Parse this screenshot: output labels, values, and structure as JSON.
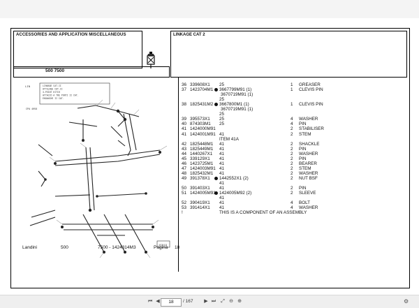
{
  "header": {
    "left_title": "ACCESSORIES AND APPLICATION MISCELLANEOUS",
    "model": "500 7500",
    "right_title": "LINKAGE CAT 2"
  },
  "drawing": {
    "caption_lines": [
      "LINKAGE CAT.II",
      "ATTELAGE CAT.II",
      "3-POINT HITCH",
      "ATTACCO A TRE PUNTI II CAT.",
      "ENGANCHE II CAT."
    ],
    "code_left": "LIN",
    "code_mid": "CPA 4056",
    "code_right": "15819"
  },
  "footer": {
    "brand": "Landini",
    "model": "500",
    "ref": "7500 - 1424314M3",
    "page_label": "Pagina",
    "page_no": "18"
  },
  "parts": [
    {
      "num": "36",
      "pn": "339608X1",
      "dot": false,
      "ref": "25",
      "qty": "1",
      "desc": "GREASER"
    },
    {
      "num": "37",
      "pn": "1423704M1",
      "dot": true,
      "ref": "3667799M91  (1)",
      "qty": "1",
      "desc": "CLEVIS PIN"
    },
    {
      "num": "",
      "pn": "",
      "dot": false,
      "ref": "3670719M91  (1)",
      "qty": "",
      "desc": ""
    },
    {
      "num": "",
      "pn": "",
      "dot": false,
      "ref": "25",
      "qty": "",
      "desc": ""
    },
    {
      "num": "38",
      "pn": "1825431M2",
      "dot": true,
      "ref": "3667800M1  (1)",
      "qty": "1",
      "desc": "CLEVIS PIN"
    },
    {
      "num": "",
      "pn": "",
      "dot": false,
      "ref": "3670719M91  (1)",
      "qty": "",
      "desc": ""
    },
    {
      "num": "",
      "pn": "",
      "dot": false,
      "ref": "25",
      "qty": "",
      "desc": ""
    },
    {
      "num": "39",
      "pn": "395573X1",
      "dot": false,
      "ref": "25",
      "qty": "4",
      "desc": "WASHER"
    },
    {
      "num": "40",
      "pn": "874303M1",
      "dot": false,
      "ref": "25",
      "qty": "4",
      "desc": "PIN"
    },
    {
      "num": "41",
      "pn": "1424000M91",
      "dot": false,
      "ref": "",
      "qty": "2",
      "desc": "STABILISER"
    },
    {
      "num": "41",
      "pn": "1424001M91",
      "dot": false,
      "ref": "41",
      "qty": "2",
      "desc": "STEM"
    },
    {
      "num": "",
      "pn": "",
      "dot": false,
      "ref": "ITEM 41A",
      "qty": "",
      "desc": ""
    },
    {
      "num": "42",
      "pn": "1825448M1",
      "dot": false,
      "ref": "41",
      "qty": "2",
      "desc": "SHACKLE"
    },
    {
      "num": "43",
      "pn": "1825449M1",
      "dot": false,
      "ref": "41",
      "qty": "2",
      "desc": "PIN"
    },
    {
      "num": "44",
      "pn": "1440267X1",
      "dot": false,
      "ref": "41",
      "qty": "2",
      "desc": "WASHER"
    },
    {
      "num": "45",
      "pn": "339129X1",
      "dot": false,
      "ref": "41",
      "qty": "2",
      "desc": "PIN"
    },
    {
      "num": "46",
      "pn": "1423725M1",
      "dot": false,
      "ref": "41",
      "qty": "2",
      "desc": "BEARER"
    },
    {
      "num": "47",
      "pn": "1424003M91",
      "dot": false,
      "ref": "41",
      "qty": "2",
      "desc": "STEM"
    },
    {
      "num": "48",
      "pn": "1825432M1",
      "dot": false,
      "ref": "41",
      "qty": "2",
      "desc": "WASHER"
    },
    {
      "num": "49",
      "pn": "391378X1",
      "dot": true,
      "ref": "1442552X1  (2)",
      "qty": "2",
      "desc": "NUT BSF"
    },
    {
      "num": "",
      "pn": "",
      "dot": false,
      "ref": "41",
      "qty": "",
      "desc": ""
    },
    {
      "num": "50",
      "pn": "391403X1",
      "dot": false,
      "ref": "41",
      "qty": "2",
      "desc": "PIN"
    },
    {
      "num": "51",
      "pn": "1424005M91",
      "dot": true,
      "ref": "1424005M92  (2)",
      "qty": "2",
      "desc": "SLEEVE"
    },
    {
      "num": "",
      "pn": "",
      "dot": false,
      "ref": "41",
      "qty": "",
      "desc": ""
    },
    {
      "num": "52",
      "pn": "390419X1",
      "dot": false,
      "ref": "41",
      "qty": "4",
      "desc": "BOLT"
    },
    {
      "num": "53",
      "pn": "391414X1",
      "dot": false,
      "ref": "41",
      "qty": "4",
      "desc": "WASHER"
    },
    {
      "num": "!",
      "pn": "",
      "dot": false,
      "ref": "THIS IS A COMPONENT OF AN ASSEMBLY",
      "qty": "",
      "desc": ""
    }
  ],
  "viewer": {
    "current_page": "18",
    "total_pages": "/ 167"
  }
}
